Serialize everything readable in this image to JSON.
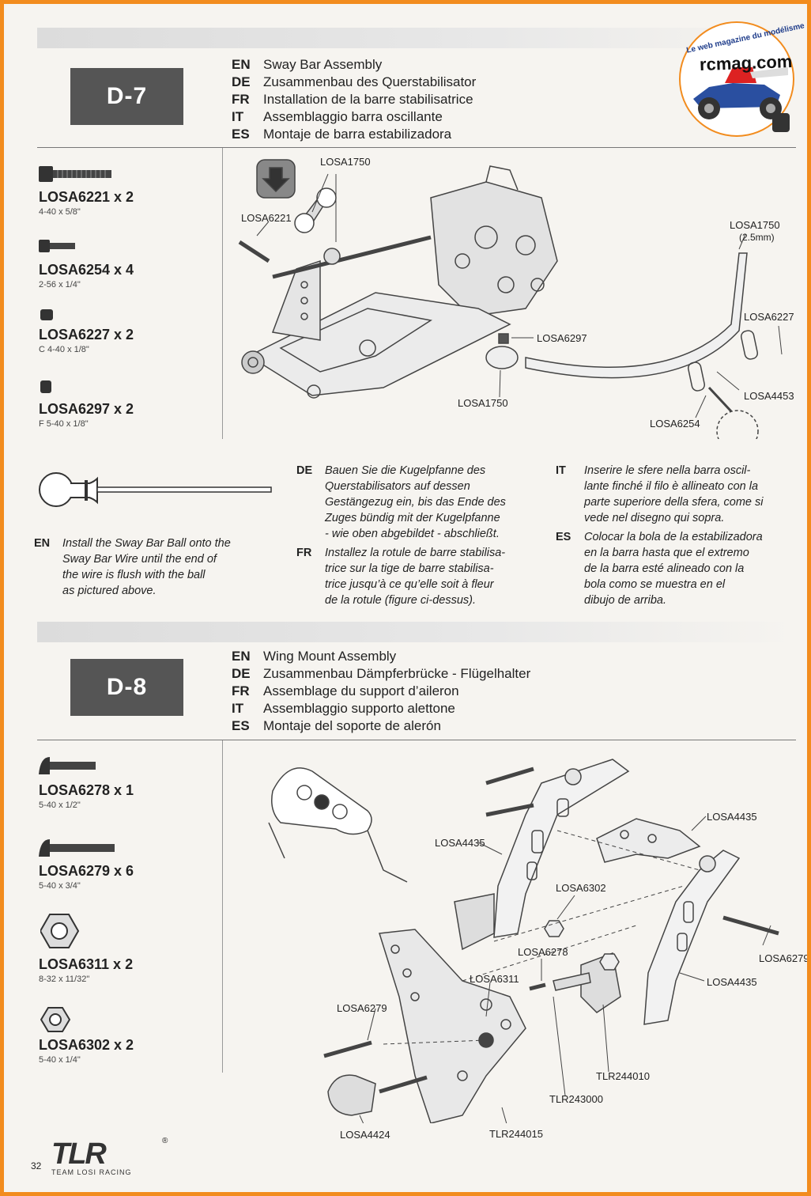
{
  "page_number": "32",
  "logo": {
    "text": "TLR",
    "sub": "TEAM LOSI RACING",
    "reg": "®"
  },
  "watermark": {
    "site": "rcmag.com",
    "tagline": "Le web magazine du modélisme"
  },
  "d7": {
    "step": "D-7",
    "titles": [
      {
        "lang": "EN",
        "text": "Sway Bar Assembly"
      },
      {
        "lang": "DE",
        "text": "Zusammenbau des Querstabilisator"
      },
      {
        "lang": "FR",
        "text": "Installation de la barre stabilisatrice"
      },
      {
        "lang": "IT",
        "text": "Assemblaggio barra oscillante"
      },
      {
        "lang": "ES",
        "text": "Montaje de barra estabilizadora"
      }
    ],
    "parts": [
      {
        "code": "LOSA6221 x 2",
        "size": "4-40 x 5/8\""
      },
      {
        "code": "LOSA6254 x 4",
        "size": "2-56 x 1/4\""
      },
      {
        "code": "LOSA6227 x 2",
        "size": "C 4-40 x 1/8\""
      },
      {
        "code": "LOSA6297 x 2",
        "size": "F 5-40 x 1/8\""
      }
    ],
    "labels": {
      "l1": "LOSA1750",
      "l2": "LOSA6221",
      "l3": "LOSA1750",
      "l3b": "(2.5mm)",
      "l4": "LOSA6227",
      "l5": "LOSA6297",
      "l6": "LOSA4453",
      "l7": "LOSA1750",
      "l8": "LOSA6254"
    },
    "notes": {
      "en": {
        "lang": "EN",
        "lines": [
          "Install the Sway Bar Ball onto the",
          "Sway Bar Wire until the end of",
          "the wire is flush with the ball",
          "as pictured above."
        ]
      },
      "de": {
        "lang": "DE",
        "lines": [
          "Bauen Sie die Kugelpfanne des",
          "Querstabilisators auf dessen",
          "Gestängezug ein, bis das Ende des",
          "Zuges bündig mit der Kugelpfanne",
          "- wie oben abgebildet - abschließt."
        ]
      },
      "fr": {
        "lang": "FR",
        "lines": [
          "Installez la rotule de barre stabilisa-",
          "trice sur la tige de barre stabilisa-",
          "trice jusqu’à ce qu’elle soit à fleur",
          "de la rotule (figure ci-dessus)."
        ]
      },
      "it": {
        "lang": "IT",
        "lines": [
          "Inserire le sfere nella barra oscil-",
          "lante finché il filo è allineato con la",
          "parte superiore della sfera, come si",
          "vede nel disegno qui sopra."
        ]
      },
      "es": {
        "lang": "ES",
        "lines": [
          "Colocar la bola de la estabilizadora",
          "en la barra hasta que el extremo",
          "de la barra esté alineado con la",
          "bola como se muestra en el",
          "dibujo de arriba."
        ]
      }
    }
  },
  "d8": {
    "step": "D-8",
    "titles": [
      {
        "lang": "EN",
        "text": "Wing Mount Assembly"
      },
      {
        "lang": "DE",
        "text": "Zusammenbau Dämpferbrücke - Flügelhalter"
      },
      {
        "lang": "FR",
        "text": "Assemblage du support d’aileron"
      },
      {
        "lang": "IT",
        "text": "Assemblaggio supporto alettone"
      },
      {
        "lang": "ES",
        "text": "Montaje del soporte de alerón"
      }
    ],
    "parts": [
      {
        "code": "LOSA6278 x 1",
        "size": "5-40 x 1/2\""
      },
      {
        "code": "LOSA6279 x 6",
        "size": "5-40 x 3/4\""
      },
      {
        "code": "LOSA6311 x 2",
        "size": "8-32 x 11/32\""
      },
      {
        "code": "LOSA6302 x 2",
        "size": "5-40 x 1/4\""
      }
    ],
    "labels": {
      "a": "LOSA4435",
      "b": "LOSA4435",
      "c": "LOSA6302",
      "d": "LOSA6278",
      "e": "LOSA6279",
      "f": "LOSA6311",
      "g": "LOSA4435",
      "h": "LOSA6279",
      "i": "TLR244010",
      "j": "TLR243000",
      "k": "LOSA4424",
      "l": "TLR244015"
    }
  }
}
